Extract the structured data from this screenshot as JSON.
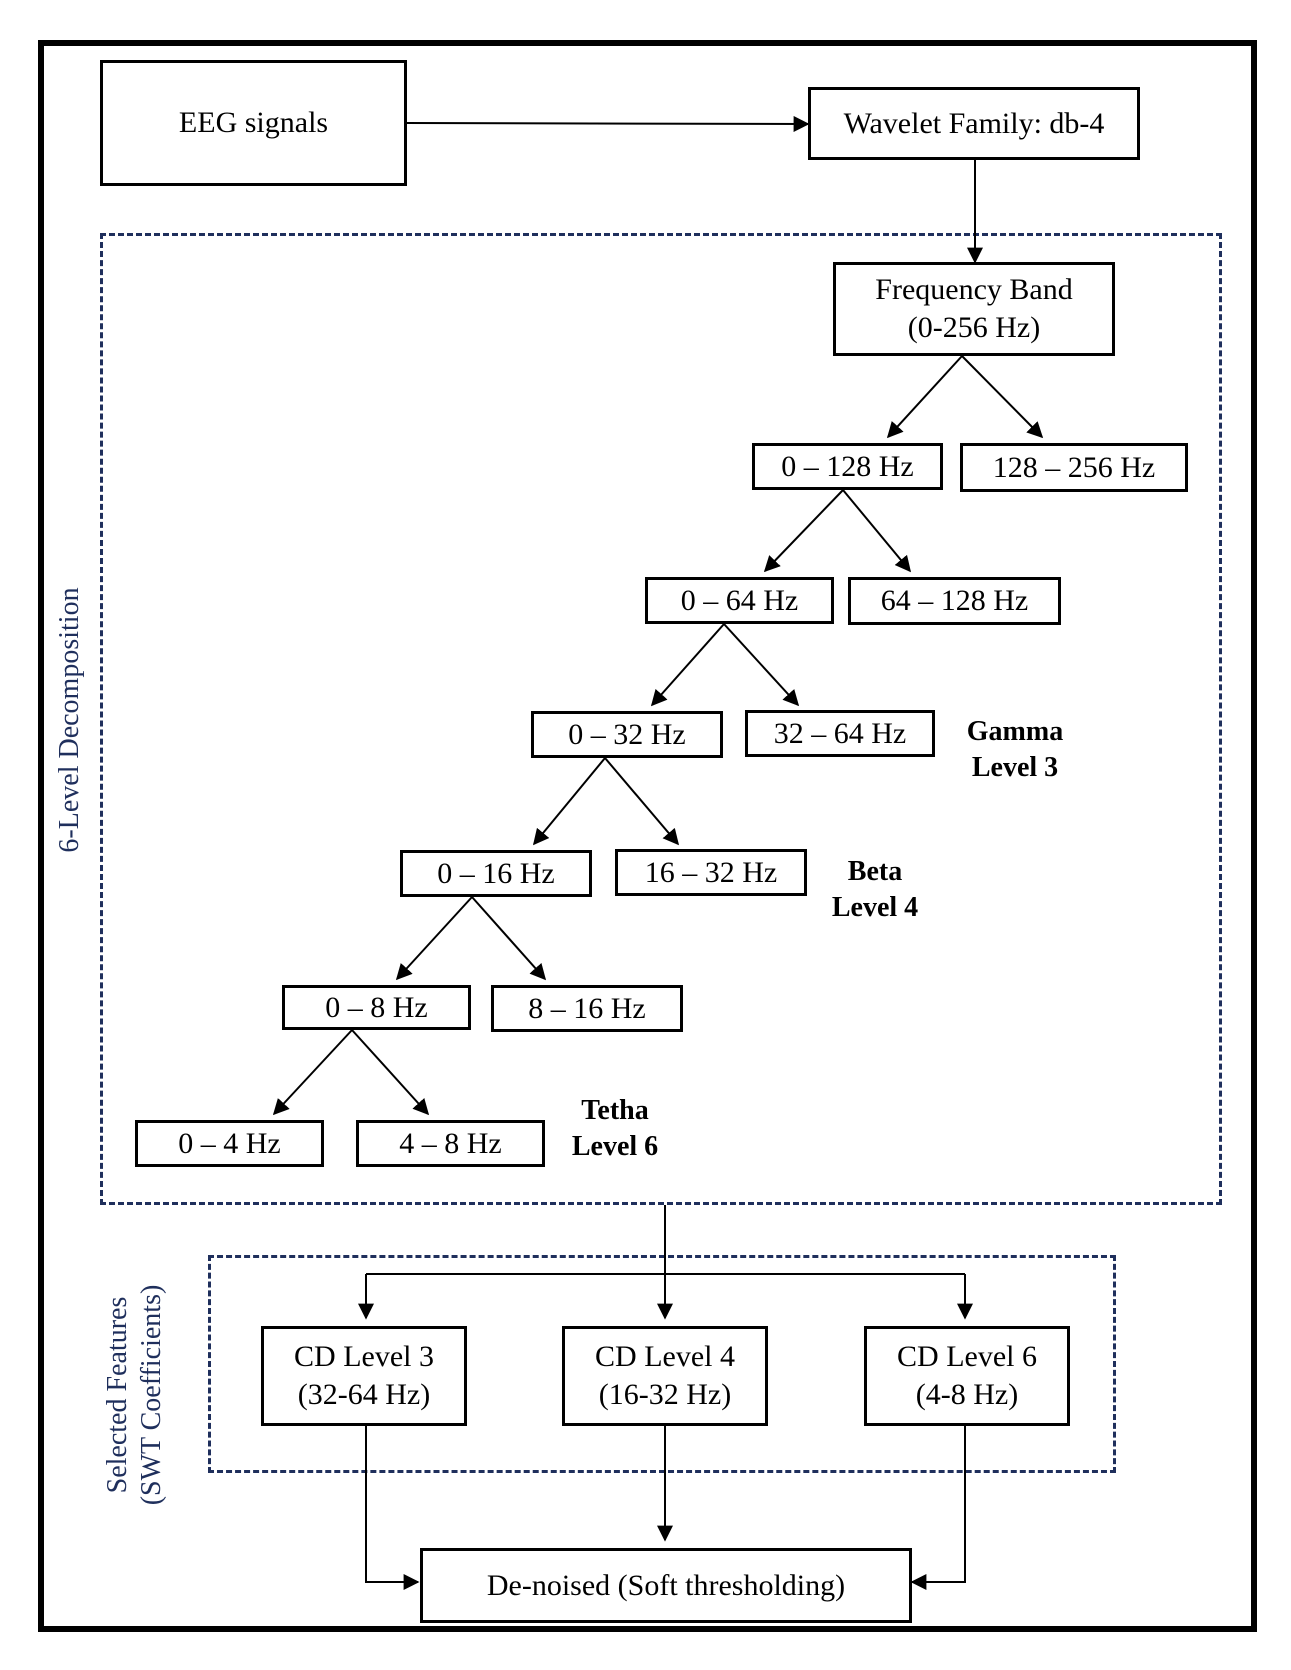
{
  "nodes": {
    "eeg_signals": "EEG signals",
    "wavelet_family": "Wavelet Family: db-4",
    "frequency_band": "Frequency Band\n(0-256 Hz)",
    "band_0_128": "0 – 128 Hz",
    "band_128_256": "128 – 256 Hz",
    "band_0_64": "0 – 64 Hz",
    "band_64_128": "64 – 128 Hz",
    "band_0_32": "0 – 32 Hz",
    "band_32_64": "32 – 64 Hz",
    "band_0_16": "0 – 16 Hz",
    "band_16_32": "16 – 32 Hz",
    "band_0_8": "0 – 8 Hz",
    "band_8_16": "8 – 16 Hz",
    "band_0_4": "0 – 4 Hz",
    "band_4_8": "4 – 8 Hz",
    "cd_level_3": "CD Level 3\n (32-64 Hz)",
    "cd_level_4": "CD Level 4\n(16-32 Hz)",
    "cd_level_6": "CD Level 6\n(4-8 Hz)",
    "denoised": "De-noised (Soft thresholding)"
  },
  "labels": {
    "gamma": "Gamma\nLevel 3",
    "beta": "Beta\nLevel 4",
    "tetha": "Tetha\nLevel 6"
  },
  "groups": {
    "decomposition": "6-Level Decomposition",
    "selected_features": "Selected Features\n(SWT Coefficients)"
  }
}
